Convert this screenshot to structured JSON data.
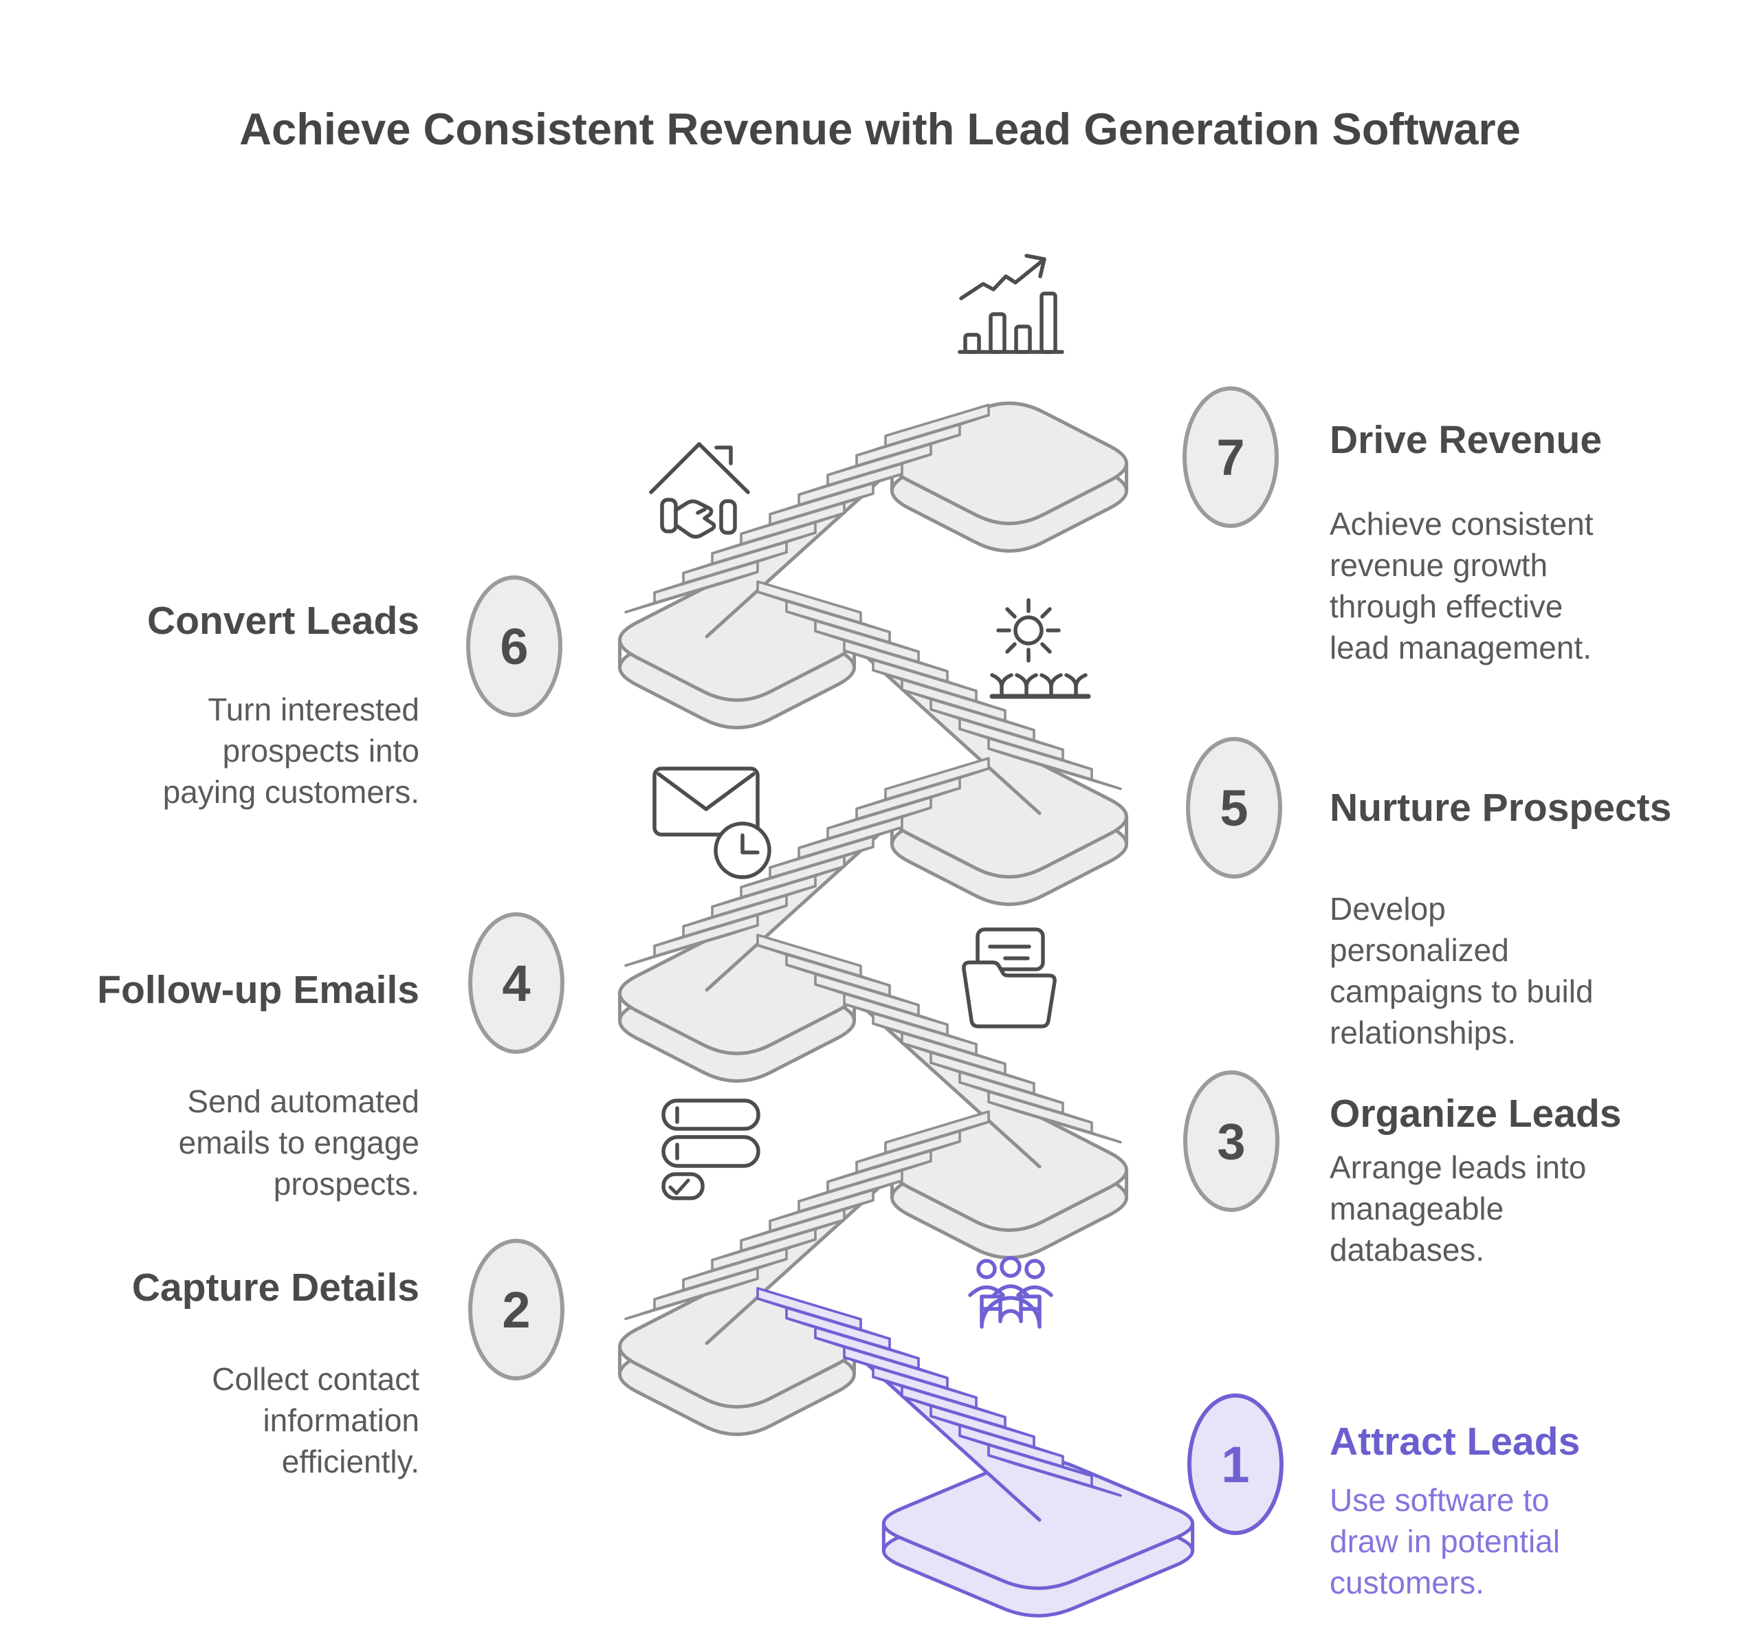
{
  "title": "Achieve Consistent Revenue with Lead Generation Software",
  "colors": {
    "accent": "#6f61d4",
    "accent_light_fill": "#e7e3f8",
    "accent_heading": "#6b5ecf",
    "accent_body": "#8276dd",
    "gray_fill": "#ececec",
    "gray_stroke": "#8f8f8f",
    "circle_fill": "#ededed",
    "circle_border": "#9b9b9b",
    "icon_stroke": "#4d4d4d",
    "heading_text": "#4a4a4a",
    "body_text": "#5a5a5a",
    "title_text": "#454545"
  },
  "steps": [
    {
      "number": "1",
      "heading": "Attract Leads",
      "body": "Use software to\ndraw in potential\ncustomers.",
      "side": "right",
      "icon": "magnet-people-icon",
      "highlight": true
    },
    {
      "number": "2",
      "heading": "Capture Details",
      "body": "Collect contact\ninformation\nefficiently.",
      "side": "left",
      "icon": "form-fields-icon",
      "highlight": false
    },
    {
      "number": "3",
      "heading": "Organize Leads",
      "body": "Arrange leads into\nmanageable\ndatabases.",
      "side": "right",
      "icon": "open-folder-icon",
      "highlight": false
    },
    {
      "number": "4",
      "heading": "Follow-up Emails",
      "body": "Send automated\nemails to engage\nprospects.",
      "side": "left",
      "icon": "envelope-clock-icon",
      "highlight": false
    },
    {
      "number": "5",
      "heading": "Nurture Prospects",
      "body": "Develop\npersonalized\ncampaigns to build\nrelationships.",
      "side": "right",
      "icon": "sun-sprouts-icon",
      "highlight": false
    },
    {
      "number": "6",
      "heading": "Convert Leads",
      "body": "Turn interested\nprospects into\npaying customers.",
      "side": "left",
      "icon": "house-handshake-icon",
      "highlight": false
    },
    {
      "number": "7",
      "heading": "Drive Revenue",
      "body": "Achieve consistent\nrevenue growth\nthrough effective\nlead management.",
      "side": "right",
      "icon": "growth-chart-icon",
      "highlight": false
    }
  ]
}
